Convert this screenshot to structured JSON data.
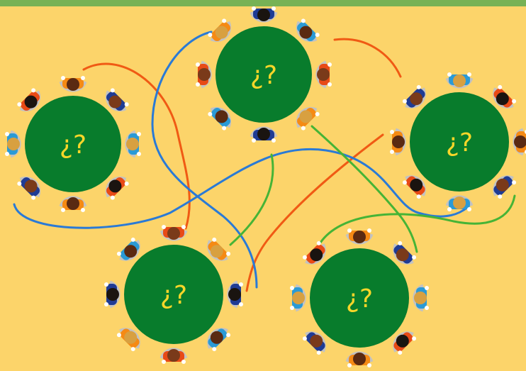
{
  "colors": {
    "background": "#fcd46a",
    "top_bar": "#77b255",
    "table": "#087c2c",
    "table_label": "#f7d629",
    "curve_orange": "#f05a14",
    "curve_blue": "#2a7ad6",
    "curve_green": "#46b436",
    "chair": "#c2c2c2",
    "shirts": [
      "#f58a14",
      "#1f3b94",
      "#2a9ad6",
      "#e84a16"
    ],
    "hair": [
      "#5a2a12",
      "#1a1410",
      "#d8a040",
      "#7a3a1a"
    ]
  },
  "tables": [
    {
      "label": "¿?",
      "seats": 8
    },
    {
      "label": "¿?",
      "seats": 8
    },
    {
      "label": "¿?",
      "seats": 8
    },
    {
      "label": "¿?",
      "seats": 8
    },
    {
      "label": "¿?",
      "seats": 8
    }
  ]
}
